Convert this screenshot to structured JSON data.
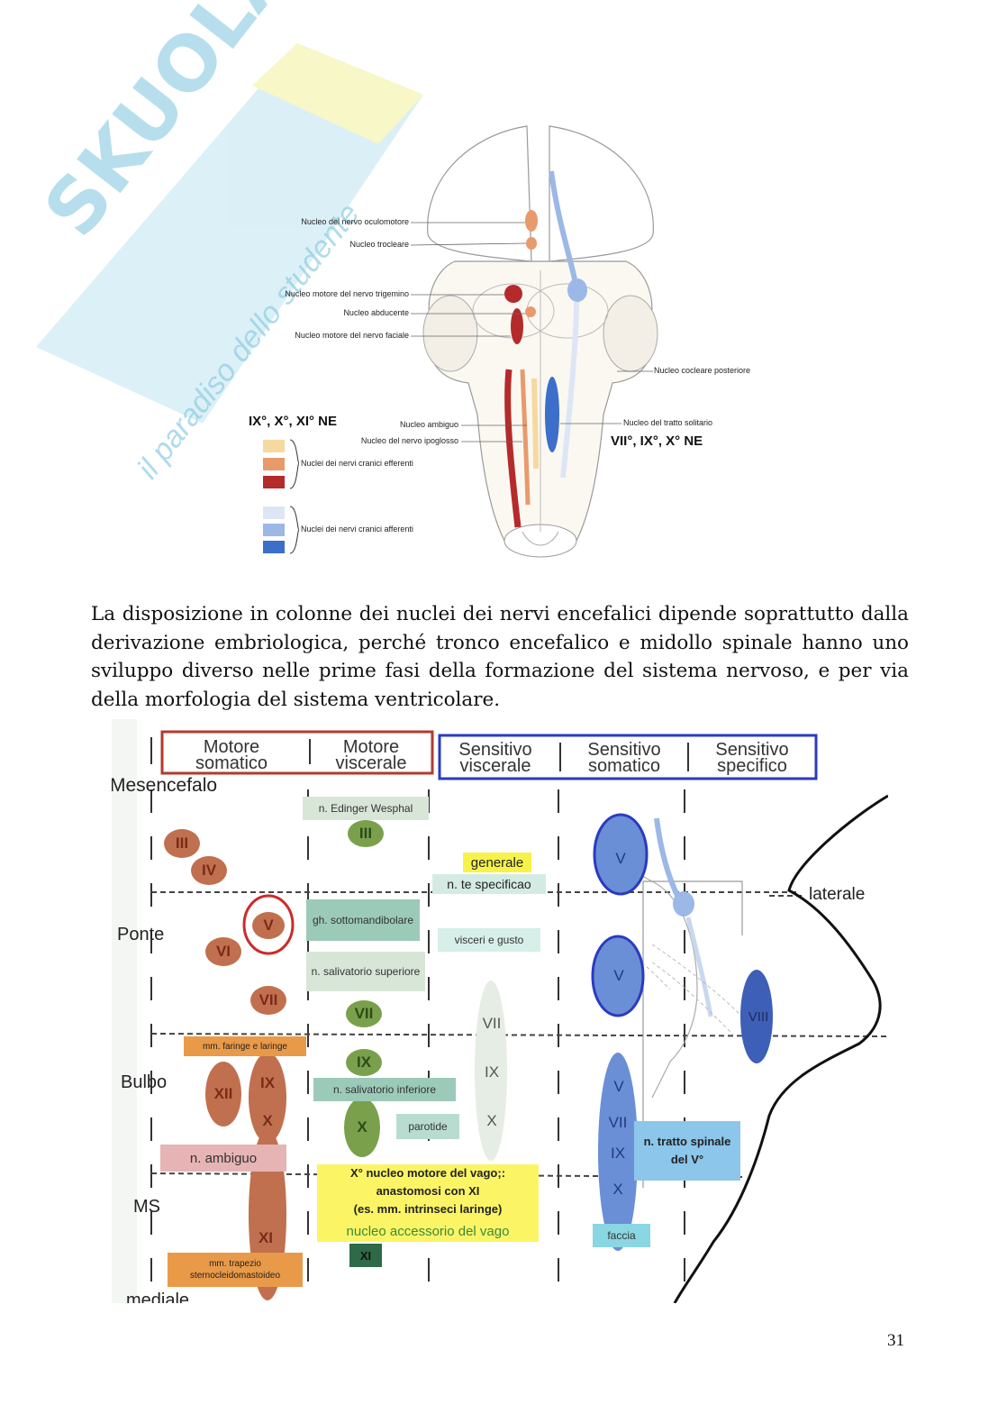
{
  "fig1": {
    "labels": {
      "oculomotore": "Nucleo del nervo oculomotore",
      "trocleare": "Nucleo trocleare",
      "trigemino": "Nucleo motore del nervo trigemino",
      "abducente": "Nucleo abducente",
      "faciale": "Nucleo motore del nervo faciale",
      "cocleare": "Nucleo cocleare posteriore",
      "ambiguo": "Nucleo ambiguo",
      "ipoglosso": "Nucleo del nervo ipoglosso",
      "solitario": "Nucleo del tratto solitario",
      "ne_left": "IX°, X°, XI° NE",
      "ne_right": "VII°, IX°, X° NE",
      "efferenti": "Nuclei dei nervi cranici efferenti",
      "afferenti": "Nuclei dei nervi cranici afferenti"
    },
    "watermark": {
      "brand": "SKUOLA.net",
      "tagline": "il paradiso dello studente"
    },
    "colors": {
      "eff_light": "#f5d9a0",
      "eff_mid": "#e89a6c",
      "eff_dark": "#b52a2a",
      "aff_light": "#dde6f5",
      "aff_mid": "#9bb8e6",
      "aff_dark": "#3b6fc9"
    }
  },
  "paragraph": "La disposizione in colonne dei nuclei dei nervi encefalici dipende soprattutto dalla derivazione embriologica, perché tronco encefalico e midollo spinale hanno uno sviluppo diverso nelle prime fasi della formazione del sistema nervoso, e per via della morfologia del sistema ventricolare.",
  "fig2": {
    "headers": {
      "motore_somatico": "Motore somatico",
      "motore_viscerale": "Motore viscerale",
      "sensitivo_viscerale": "Sensitivo viscerale",
      "sensitivo_somatico": "Sensitivo somatico",
      "sensitivo_specifico": "Sensitivo specifico"
    },
    "levels": {
      "mesencefalo": "Mesencefalo",
      "ponte": "Ponte",
      "bulbo": "Bulbo",
      "ms": "MS",
      "mediale": "mediale",
      "laterale": "laterale"
    },
    "boxes": {
      "edinger": "n. Edinger Wesphal",
      "generale": "generale",
      "specificao": "n. te specificao",
      "gh_sotto": "gh. sottomandibolare",
      "visceri": "visceri e gusto",
      "salivatorio_sup": "n. salivatorio superiore",
      "faringe": "mm. faringe e laringe",
      "salivatorio_inf": "n. salivatorio inferiore",
      "parotide": "parotide",
      "ambiguo": "n. ambiguo",
      "tratto_spinale": "n. tratto spinale del V°",
      "vago_line1": "X° nucleo motore del vago;:",
      "vago_line2": "anastomosi con XI",
      "vago_line3": "(es. mm. intrinseci laringe)",
      "vago_line4": "nucleo accessorio del vago",
      "faccia": "faccia",
      "trapezio": "mm. trapezio sternocleidomastoideo"
    },
    "nuclei": {
      "III": "III",
      "IV": "IV",
      "V": "V",
      "VI": "VI",
      "VII": "VII",
      "IX": "IX",
      "X": "X",
      "XI": "XI",
      "XII": "XII",
      "VIII": "VIII"
    }
  },
  "page_number": "31"
}
